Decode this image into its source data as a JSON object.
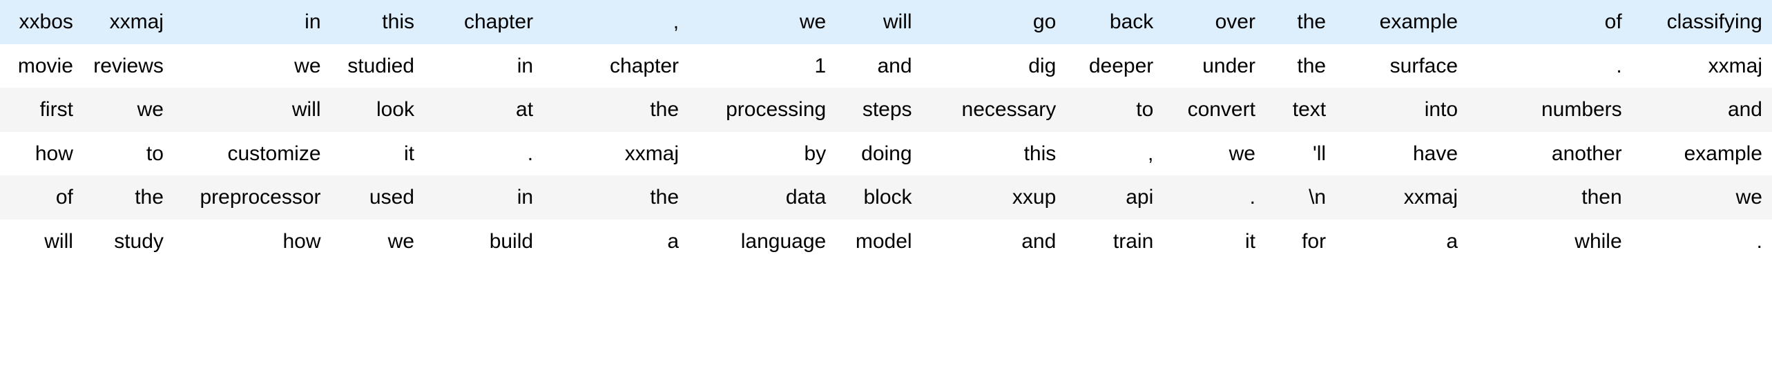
{
  "table": {
    "kind": "tokenized-text-dataframe",
    "column_count": 15,
    "row_count": 6,
    "colors": {
      "highlight_row_background": "#ddeefc",
      "zebra_row_background": "#f5f5f5",
      "plain_row_background": "#ffffff",
      "text": "#000000"
    },
    "cell_alignment": "right",
    "rows": [
      {
        "style": "highlight",
        "cells": [
          "xxbos",
          "xxmaj",
          "in",
          "this",
          "chapter",
          ",",
          "we",
          "will",
          "go",
          "back",
          "over",
          "the",
          "example",
          "of",
          "classifying"
        ]
      },
      {
        "style": "plain",
        "cells": [
          "movie",
          "reviews",
          "we",
          "studied",
          "in",
          "chapter",
          "1",
          "and",
          "dig",
          "deeper",
          "under",
          "the",
          "surface",
          ".",
          "xxmaj"
        ]
      },
      {
        "style": "zebra",
        "cells": [
          "first",
          "we",
          "will",
          "look",
          "at",
          "the",
          "processing",
          "steps",
          "necessary",
          "to",
          "convert",
          "text",
          "into",
          "numbers",
          "and"
        ]
      },
      {
        "style": "plain",
        "cells": [
          "how",
          "to",
          "customize",
          "it",
          ".",
          "xxmaj",
          "by",
          "doing",
          "this",
          ",",
          "we",
          "'ll",
          "have",
          "another",
          "example"
        ]
      },
      {
        "style": "zebra",
        "cells": [
          "of",
          "the",
          "preprocessor",
          "used",
          "in",
          "the",
          "data",
          "block",
          "xxup",
          "api",
          ".",
          "\\n",
          "xxmaj",
          "then",
          "we"
        ]
      },
      {
        "style": "plain",
        "cells": [
          "will",
          "study",
          "how",
          "we",
          "build",
          "a",
          "language",
          "model",
          "and",
          "train",
          "it",
          "for",
          "a",
          "while",
          "."
        ]
      }
    ]
  }
}
